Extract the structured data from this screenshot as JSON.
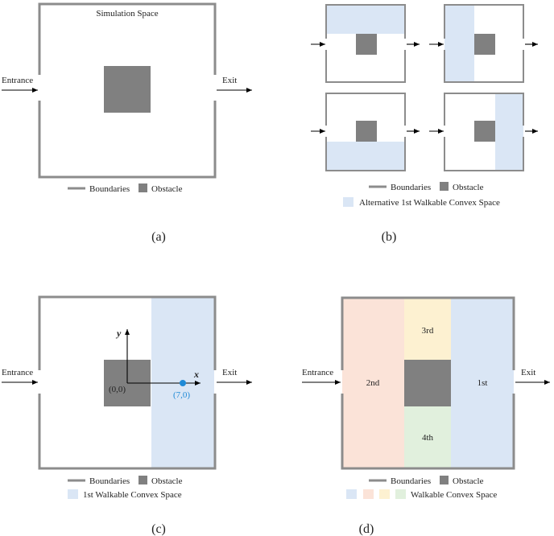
{
  "panel_a": {
    "title": "Simulation Space",
    "entrance": "Entrance",
    "exit": "Exit",
    "legend_boundaries": "Boundaries",
    "legend_obstacle": "Obstacle",
    "caption": "(a)"
  },
  "panel_b": {
    "legend_boundaries": "Boundaries",
    "legend_obstacle": "Obstacle",
    "legend_space": "Alternative 1st Walkable Convex Space",
    "caption": "(b)"
  },
  "panel_c": {
    "entrance": "Entrance",
    "exit": "Exit",
    "axis_x": "x",
    "axis_y": "y",
    "origin": "(0,0)",
    "point": "(7,0)",
    "legend_boundaries": "Boundaries",
    "legend_obstacle": "Obstacle",
    "legend_space": "1st Walkable Convex Space",
    "caption": "(c)"
  },
  "panel_d": {
    "entrance": "Entrance",
    "exit": "Exit",
    "region_1": "1st",
    "region_2": "2nd",
    "region_3": "3rd",
    "region_4": "4th",
    "legend_boundaries": "Boundaries",
    "legend_obstacle": "Obstacle",
    "legend_space": "Walkable Convex Space",
    "caption": "(d)"
  },
  "colors": {
    "boundary": "#8c8c8c",
    "obstacle": "#808080",
    "space_blue": "#dae6f5",
    "space_orange": "#fbe3d8",
    "space_yellow": "#fdf1d1",
    "space_green": "#e1f0dd",
    "point_blue": "#1f8ad6"
  }
}
